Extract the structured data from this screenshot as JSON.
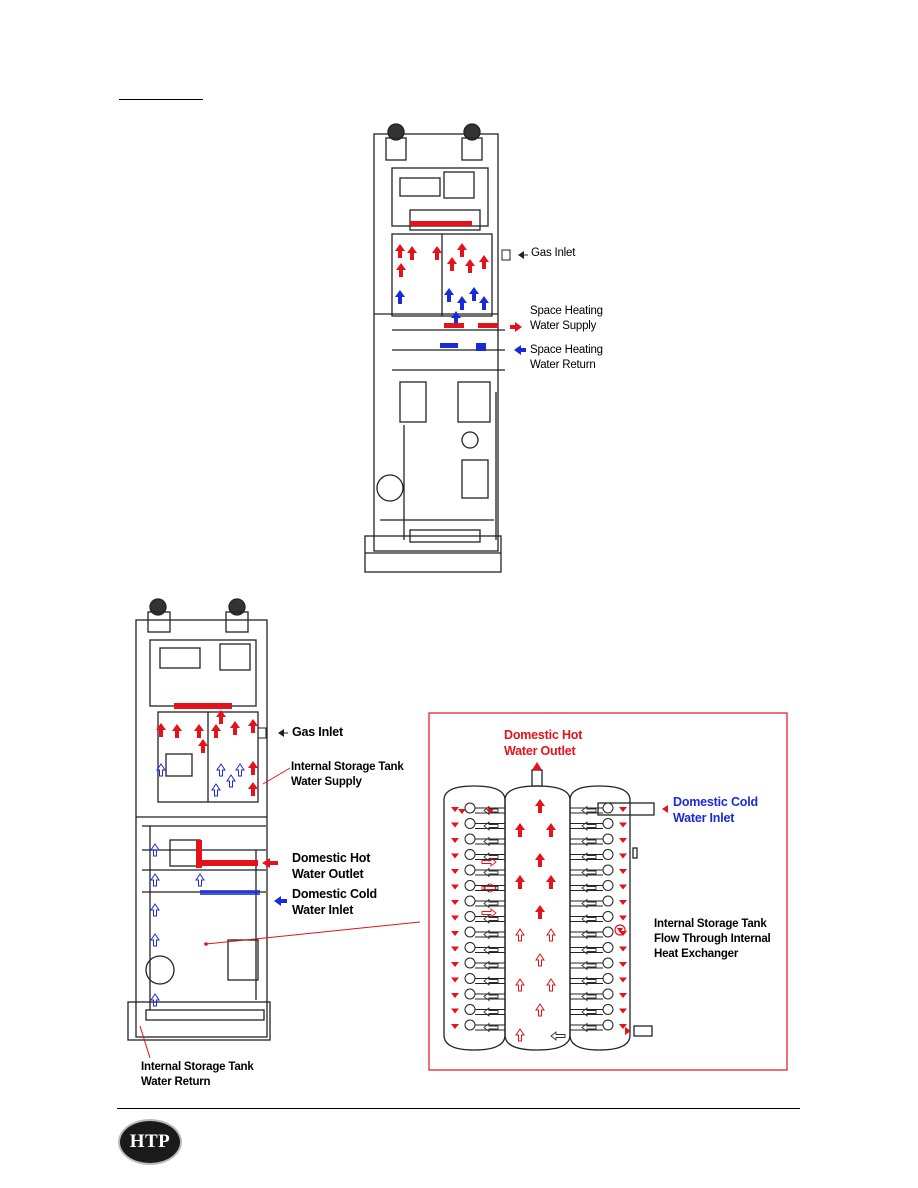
{
  "top_diagram": {
    "labels": {
      "gas_inlet": "Gas Inlet",
      "space_supply_1": "Space Heating",
      "space_supply_2": "Water Supply",
      "space_return_1": "Space Heating",
      "space_return_2": "Water Return"
    }
  },
  "bottom_diagram": {
    "labels": {
      "gas_inlet": "Gas Inlet",
      "tank_supply_1": "Internal Storage Tank",
      "tank_supply_2": "Water Supply",
      "dhw_outlet_1": "Domestic Hot",
      "dhw_outlet_2": "Water Outlet",
      "dcw_inlet_1": "Domestic Cold",
      "dcw_inlet_2": "Water Inlet",
      "tank_return_1": "Internal Storage Tank",
      "tank_return_2": "Water Return"
    }
  },
  "detail": {
    "labels": {
      "hot_outlet_1": "Domestic Hot",
      "hot_outlet_2": "Water Outlet",
      "cold_inlet_1": "Domestic Cold",
      "cold_inlet_2": "Water Inlet",
      "flow_1": "Internal Storage Tank",
      "flow_2": "Flow Through Internal",
      "flow_3": "Heat Exchanger"
    }
  },
  "footer": {
    "logo_text": "HTP"
  },
  "colors": {
    "hot": "#e3121b",
    "cold": "#1a2bd6",
    "outline": "#222222"
  }
}
